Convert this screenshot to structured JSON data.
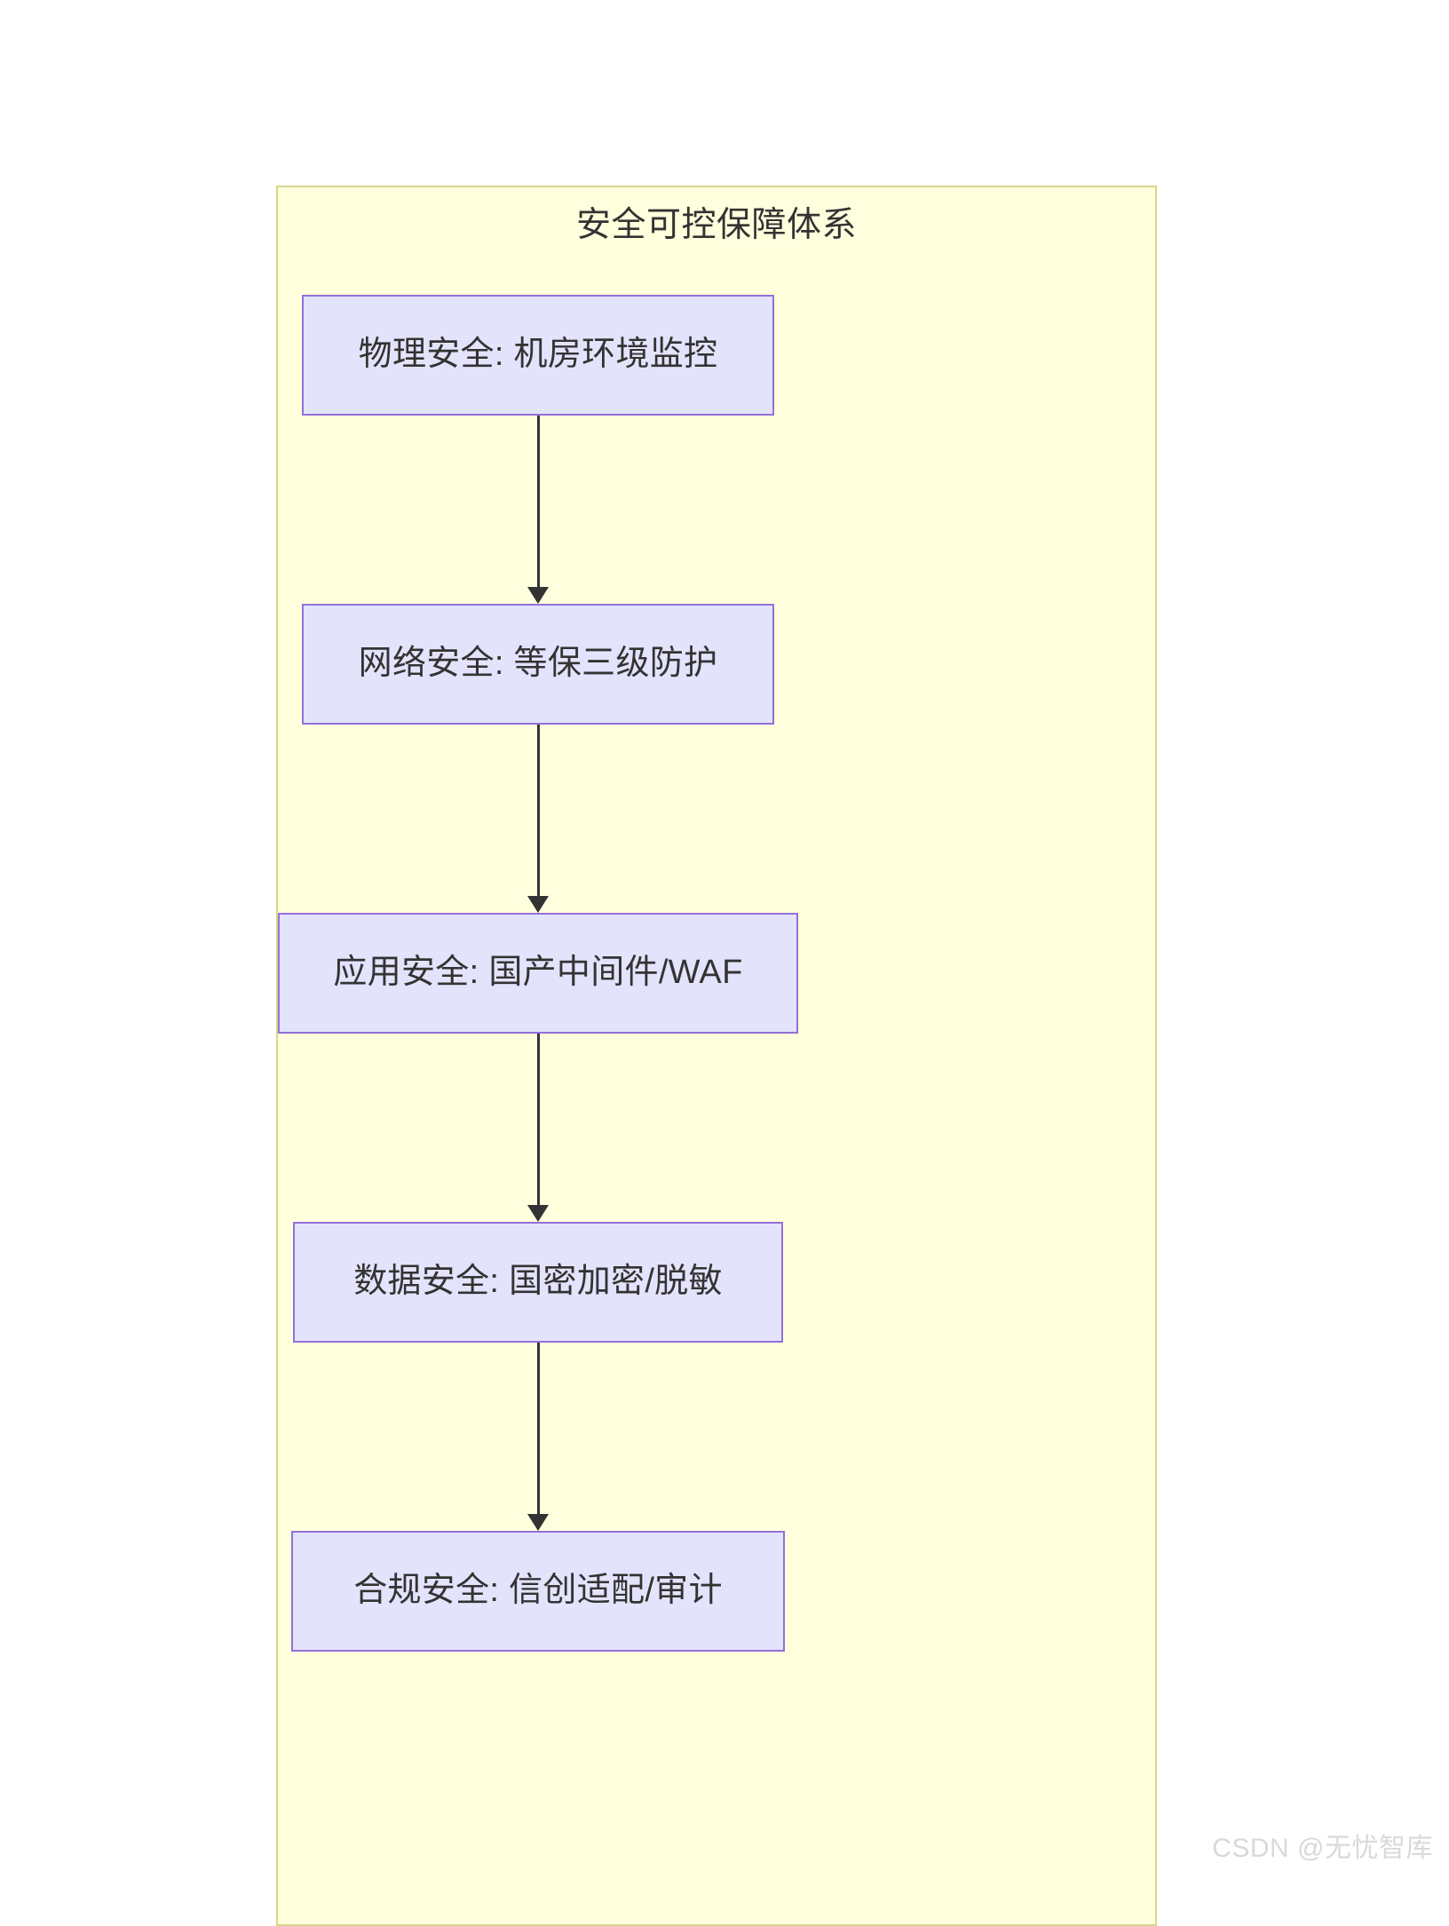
{
  "diagram": {
    "type": "flowchart",
    "direction": "top-to-bottom",
    "subgraph": {
      "title": "安全可控保障体系",
      "fill_color": "#ffffde",
      "border_color": "#d6d68a"
    },
    "node_style": {
      "fill_color": "#e4e3fc",
      "border_color": "#9370db",
      "text_color": "#333333"
    },
    "edge_style": {
      "color": "#333333",
      "arrow": "solid-triangle"
    },
    "nodes": [
      {
        "id": "n0",
        "label": "物理安全: 机房环境监控"
      },
      {
        "id": "n1",
        "label": "网络安全: 等保三级防护"
      },
      {
        "id": "n2",
        "label": "应用安全: 国产中间件/WAF"
      },
      {
        "id": "n3",
        "label": "数据安全: 国密加密/脱敏"
      },
      {
        "id": "n4",
        "label": "合规安全: 信创适配/审计"
      }
    ],
    "edges": [
      {
        "from": "n0",
        "to": "n1",
        "label": ""
      },
      {
        "from": "n1",
        "to": "n2",
        "label": ""
      },
      {
        "from": "n2",
        "to": "n3",
        "label": ""
      },
      {
        "from": "n3",
        "to": "n4",
        "label": ""
      }
    ]
  },
  "watermark": {
    "text": "CSDN @无忧智库"
  }
}
